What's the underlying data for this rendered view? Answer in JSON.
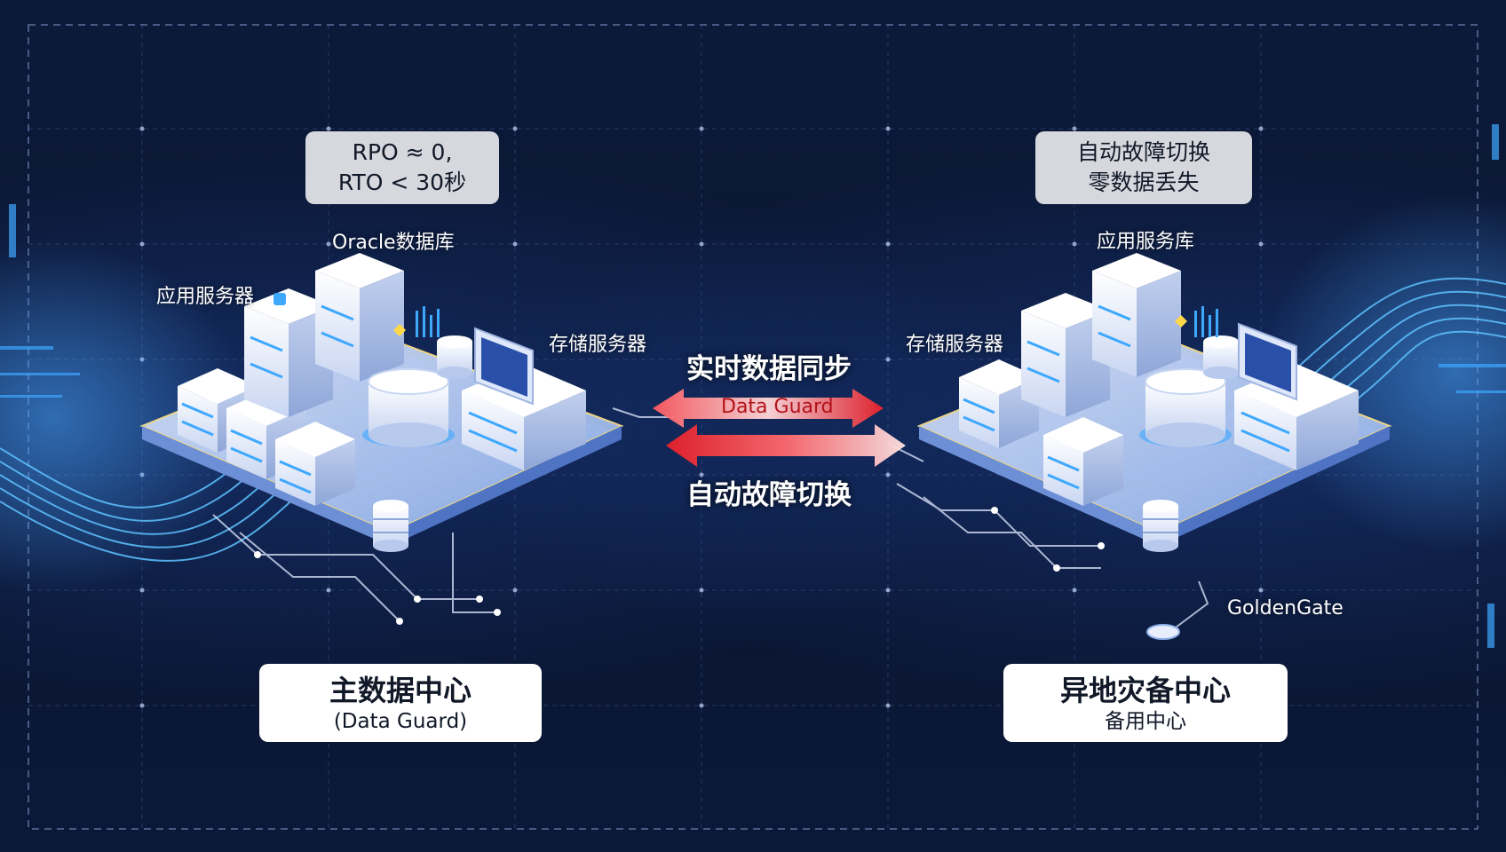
{
  "left_site": {
    "metrics_line1": "RPO ≈ 0,",
    "metrics_line2": "RTO < 30秒",
    "label_database": "Oracle数据库",
    "label_app_server": "应用服务器",
    "label_storage_server": "存储服务器",
    "title": "主数据中心",
    "subtitle": "(Data Guard)"
  },
  "right_site": {
    "feature_line1": "自动故障切换",
    "feature_line2": "零数据丢失",
    "label_app_library": "应用服务库",
    "label_storage_server": "存储服务器",
    "label_goldengate": "GoldenGate",
    "title": "异地灾备中心",
    "subtitle": "备用中心"
  },
  "sync": {
    "top_text": "实时数据同步",
    "arrow_label": "Data Guard",
    "bottom_text": "自动故障切换"
  },
  "colors": {
    "background": "#0a1530",
    "arrow_red": "#e8202a",
    "glow_blue": "#3ea8ff",
    "platform": "#b9cdf3"
  }
}
